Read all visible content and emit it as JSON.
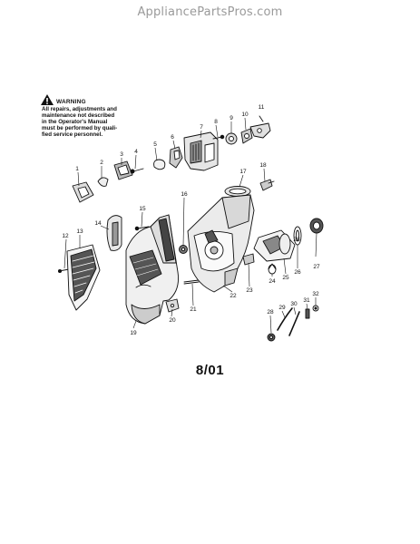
{
  "header": {
    "site_name": "AppliancePartsPros.com"
  },
  "warning": {
    "title": "WARNING",
    "lines": [
      "All repairs, adjustments and",
      "maintenance not described",
      "in the Operator's Manual",
      "must be performed by quali-",
      "fied service personnel."
    ]
  },
  "callouts": [
    "1",
    "2",
    "3",
    "4",
    "5",
    "6",
    "7",
    "8",
    "9",
    "10",
    "11",
    "12",
    "13",
    "14",
    "15",
    "16",
    "17",
    "18",
    "19",
    "20",
    "21",
    "22",
    "23",
    "24",
    "25",
    "26",
    "27",
    "28",
    "28",
    "29",
    "30",
    "31",
    "32"
  ],
  "footer": {
    "date_code": "8/01"
  }
}
